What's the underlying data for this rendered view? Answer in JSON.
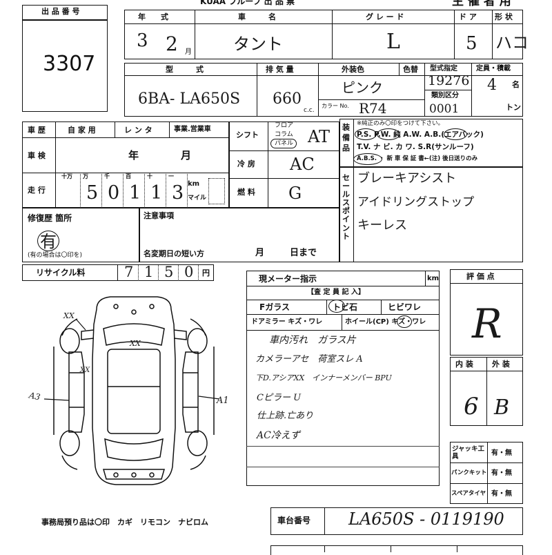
{
  "header": {
    "lot_label": "出 品 番 号",
    "lot_number": "3307",
    "top_partial": "KUAA フループ 出 品 票",
    "organizer": "主 催 者 用"
  },
  "row1": {
    "year_label": "年　　式",
    "name_label": "車　　　名",
    "grade_label": "グ レ ー ド",
    "doors_label": "ド ア",
    "shape_label": "形 状",
    "year_value": "3",
    "month_value": "2",
    "month_unit": "月",
    "name_value": "タント",
    "grade_value": "L",
    "doors_value": "5",
    "shape_value": "ハコ"
  },
  "row2": {
    "model_label": "型　　　式",
    "displacement_label": "排 気 量",
    "color_label": "外装色",
    "trim_label": "色替",
    "type_designation_label": "型式指定",
    "capacity_label": "定員・積載",
    "category_label": "類別区分",
    "model_value": "6BA- LA650S",
    "displacement_value": "660",
    "cc_unit": "c.c.",
    "color_value": "ピンク",
    "color_no_label": "カラー No.",
    "color_no_value": "R74",
    "type_designation_value": "19276",
    "category_value": "0001",
    "capacity_value": "4",
    "capacity_unit": "名",
    "load_unit": "トン"
  },
  "history": {
    "label": "車 歴",
    "private": "自 家 用",
    "rental": "レ ン タ",
    "business": "事業.営業車",
    "inspection_label": "車 検",
    "year_label": "年",
    "month_label": "月",
    "mileage_label": "走 行",
    "digit_headers": [
      "十万",
      "万",
      "千",
      "百",
      "十",
      "一"
    ],
    "mileage_digits": [
      "",
      "5",
      "0",
      "1",
      "1",
      "3"
    ],
    "km_unit": "km",
    "mile_unit": "マイル"
  },
  "drivetrain": {
    "shift_label": "シフト",
    "shift_options": [
      "フロア",
      "コラム",
      "パネル"
    ],
    "shift_value": "AT",
    "ac_label": "冷 房",
    "ac_value": "AC",
    "fuel_label": "燃 料",
    "fuel_value": "G"
  },
  "equipment": {
    "label": "装備品",
    "note": "※純正のみ〇印をつけて下さい。",
    "line1": "P.S. P.W. 純 A.W. A.B.(エアバック)",
    "line2": "T.V. ナ ビ. カ ワ. S.R(サンルーフ)",
    "line3": "A.B.S. ・ 新 車 保 証 書←(注) 後日送りのみ"
  },
  "sales": {
    "label": "セールスポイント",
    "points": [
      "ブレーキアシスト",
      "アイドリングストップ",
      "キーレス"
    ]
  },
  "repair": {
    "label": "修復歴 箇所",
    "value": "有",
    "note": "(有の場合は〇印を)"
  },
  "notes": {
    "label": "注意事項",
    "name_change": "名変期日の短い方",
    "month": "月",
    "day": "日まで"
  },
  "recycle": {
    "label": "リサイクル料",
    "digits": [
      "7",
      "1",
      "5",
      "0"
    ],
    "unit": "円"
  },
  "meter": {
    "label": "現メーター指示",
    "unit": "km",
    "inspector_label": "【査 定 員 記 入】",
    "f_glass": "Fガラス",
    "chip": "トビ石",
    "crack": "ヒビワレ",
    "mirror": "ドアミラー キズ・ワレ",
    "wheel": "ホイール(CP) キズ・ワレ",
    "remarks": [
      "車内汚れ　ガラス片",
      "カメラーアセ　荷室スレ A",
      "下D.アシアXX　インナーメンバー BPU",
      "Cピラー U",
      "仕上跡.亡あり",
      "AC冷えず"
    ]
  },
  "rating": {
    "label": "評 価 点",
    "value": "R",
    "interior_label": "内 装",
    "exterior_label": "外 装",
    "interior_value": "6",
    "exterior_value": "B"
  },
  "tools": {
    "jack_label": "ジャッキ工 具",
    "jack_value": "有・無",
    "puncture_label": "パンクキット",
    "puncture_value": "有・無",
    "spare_label": "スペアタイヤ",
    "spare_value": "有・無"
  },
  "diagram": {
    "marks": [
      "XX",
      "XX",
      "XX",
      "A1",
      "A3"
    ]
  },
  "footer": {
    "office_items": "事務局預り品は〇印　カギ　リモコン　ナビロム",
    "chassis_label": "車台番号",
    "chassis_value": "LA650S - 0119190"
  }
}
